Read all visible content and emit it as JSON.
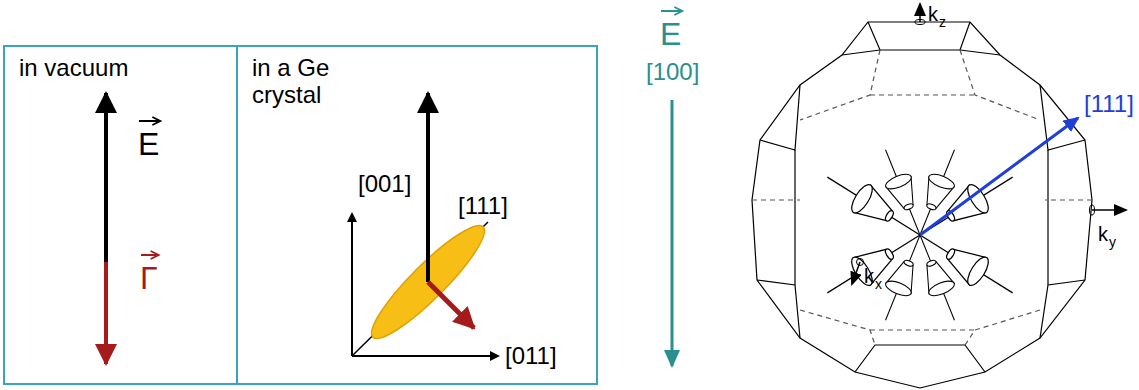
{
  "diagram": {
    "nodes": [
      {
        "text": [
          "in vacuum"
        ]
      },
      {
        "text": [
          "in a Ge crystal"
        ]
      }
    ],
    "labels": [
      "E",
      "Γ",
      "[001]",
      "[111]",
      "[011]",
      "E",
      "[100]",
      "k",
      "z",
      "k",
      "y",
      "k",
      "x",
      "[111]"
    ]
  }
}
